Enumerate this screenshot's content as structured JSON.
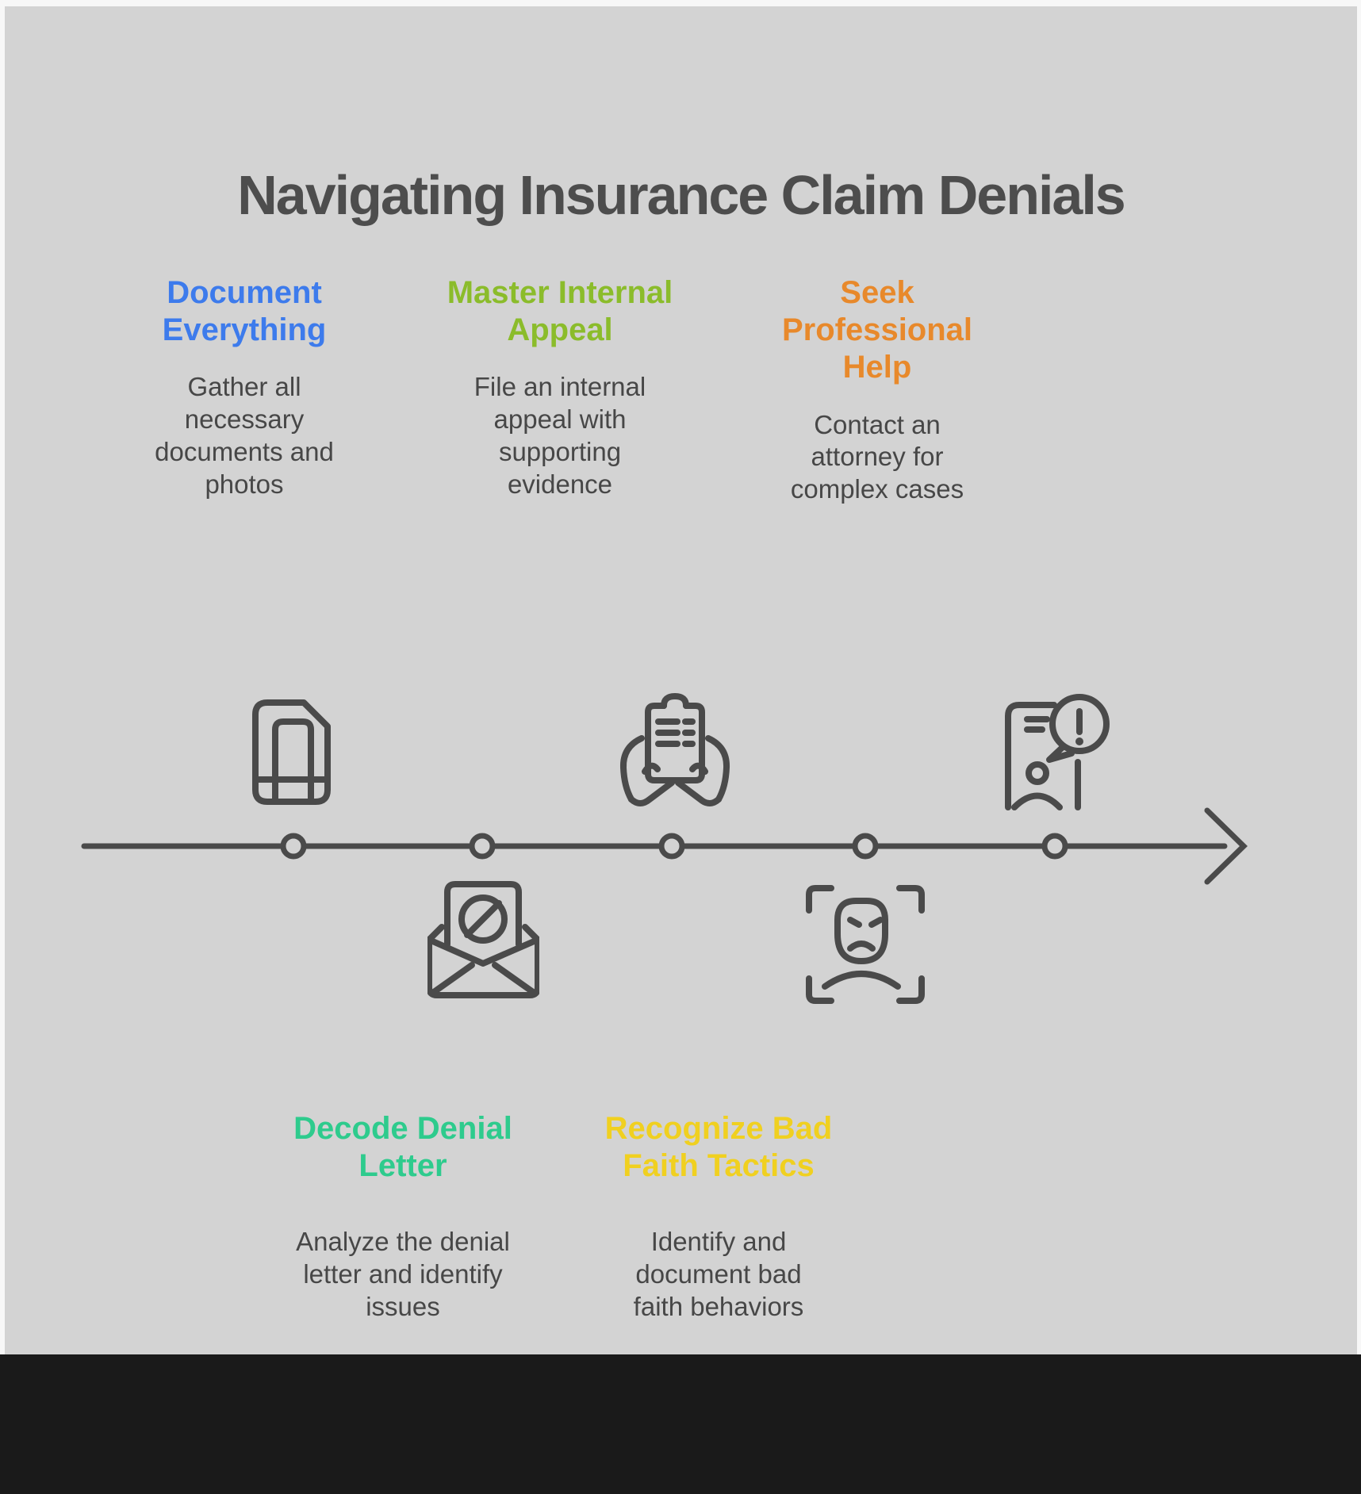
{
  "page": {
    "title": "Navigating Insurance Claim Denials",
    "background_color": "#d3d3d3",
    "page_background_color": "#f7f7f7",
    "footer_bar_color": "#1a1a1a",
    "title_color": "#4d4d4d",
    "body_text_color": "#474747",
    "line_color": "#4a4a4a"
  },
  "timeline": {
    "direction": "left-to-right",
    "node_count": 5,
    "arrowhead": "right"
  },
  "steps": [
    {
      "order": 1,
      "side": "above-line",
      "icon": "document-icon",
      "title": "Document Everything",
      "title_lines": [
        "Document",
        "Everything"
      ],
      "title_color": "#3d7bec",
      "description": "Gather all necessary documents and photos",
      "description_lines": [
        "Gather all",
        "necessary",
        "documents and",
        "photos"
      ]
    },
    {
      "order": 2,
      "side": "below-line",
      "icon": "denied-letter-icon",
      "title": "Decode Denial Letter",
      "title_lines": [
        "Decode Denial",
        "Letter"
      ],
      "title_color": "#2ecb8d",
      "description": "Analyze the denial letter and identify issues",
      "description_lines": [
        "Analyze the denial",
        "letter and identify",
        "issues"
      ]
    },
    {
      "order": 3,
      "side": "above-line",
      "icon": "appeal-clipboard-icon",
      "title": "Master Internal Appeal",
      "title_lines": [
        "Master Internal",
        "Appeal"
      ],
      "title_color": "#8bbc2b",
      "description": "File an internal appeal with supporting evidence",
      "description_lines": [
        "File an internal",
        "appeal with",
        "supporting",
        "evidence"
      ]
    },
    {
      "order": 4,
      "side": "below-line",
      "icon": "bad-faith-face-icon",
      "title": "Recognize Bad Faith Tactics",
      "title_lines": [
        "Recognize Bad",
        "Faith Tactics"
      ],
      "title_color": "#f0d020",
      "description": "Identify and document bad faith behaviors",
      "description_lines": [
        "Identify and",
        "document bad",
        "faith behaviors"
      ]
    },
    {
      "order": 5,
      "side": "above-line",
      "icon": "attorney-help-icon",
      "title": "Seek Professional Help",
      "title_lines": [
        "Seek",
        "Professional",
        "Help"
      ],
      "title_color": "#e8892b",
      "description": "Contact an attorney for complex cases",
      "description_lines": [
        "Contact an",
        "attorney for",
        "complex cases"
      ]
    }
  ]
}
